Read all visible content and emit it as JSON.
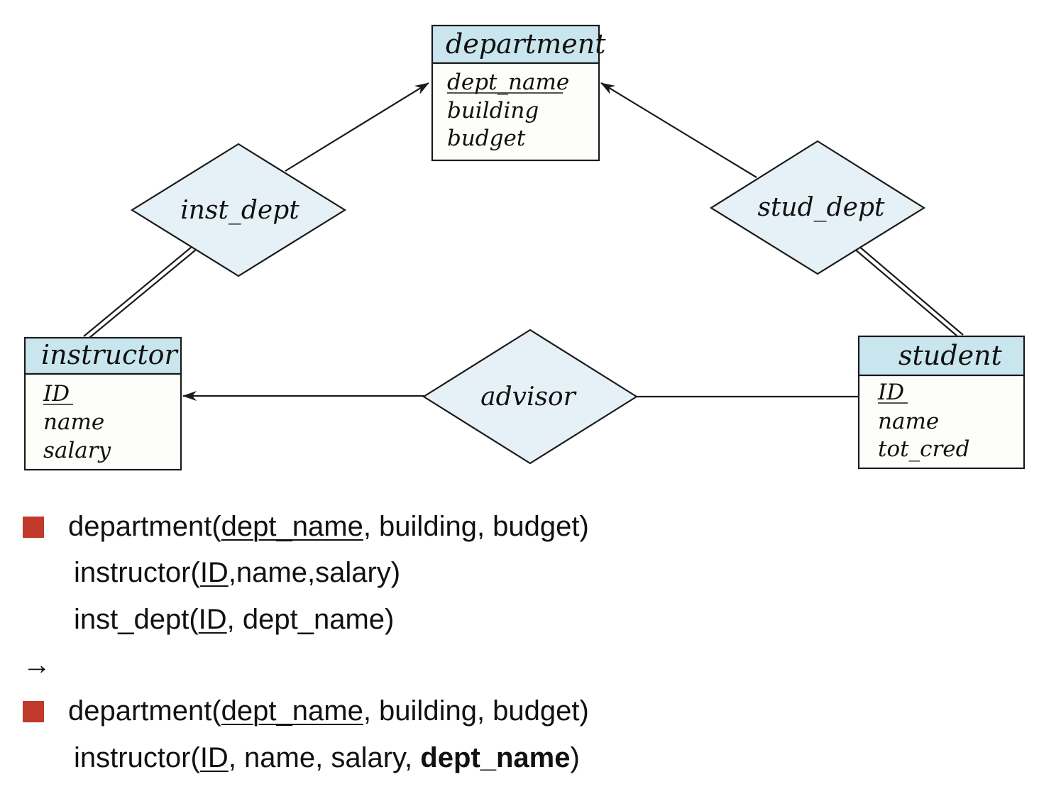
{
  "colors": {
    "entity_header": "#c9e6ef",
    "entity_body": "#fdfdf9",
    "relationship_fill": "#e6f1f7",
    "stroke": "#1a1a1a",
    "bullet": "#c0392b"
  },
  "entities": {
    "department": {
      "name": "department",
      "attributes": [
        "dept_name",
        "building",
        "budget"
      ],
      "primary_key": "dept_name"
    },
    "instructor": {
      "name": "instructor",
      "attributes": [
        "ID",
        "name",
        "salary"
      ],
      "primary_key": "ID"
    },
    "student": {
      "name": "student",
      "attributes": [
        "ID",
        "name",
        "tot_cred"
      ],
      "primary_key": "ID"
    }
  },
  "relationships": {
    "inst_dept": "inst_dept",
    "stud_dept": "stud_dept",
    "advisor": "advisor"
  },
  "schema_before": {
    "department": {
      "name": "department(",
      "key": "dept_name",
      "rest": ", building, budget)"
    },
    "instructor": {
      "name": "instructor(",
      "key": "ID",
      "rest": ",name,salary)"
    },
    "inst_dept": {
      "name": "inst_dept(",
      "key": "ID",
      "rest": ", dept_name)"
    }
  },
  "arrow_symbol": "→",
  "schema_after": {
    "department": {
      "name": "department(",
      "key": "dept_name",
      "rest": ", building, budget)"
    },
    "instructor": {
      "name": "instructor(",
      "key": "ID",
      "mid": ", name, salary, ",
      "bold": "dept_name",
      "close": ")"
    }
  }
}
